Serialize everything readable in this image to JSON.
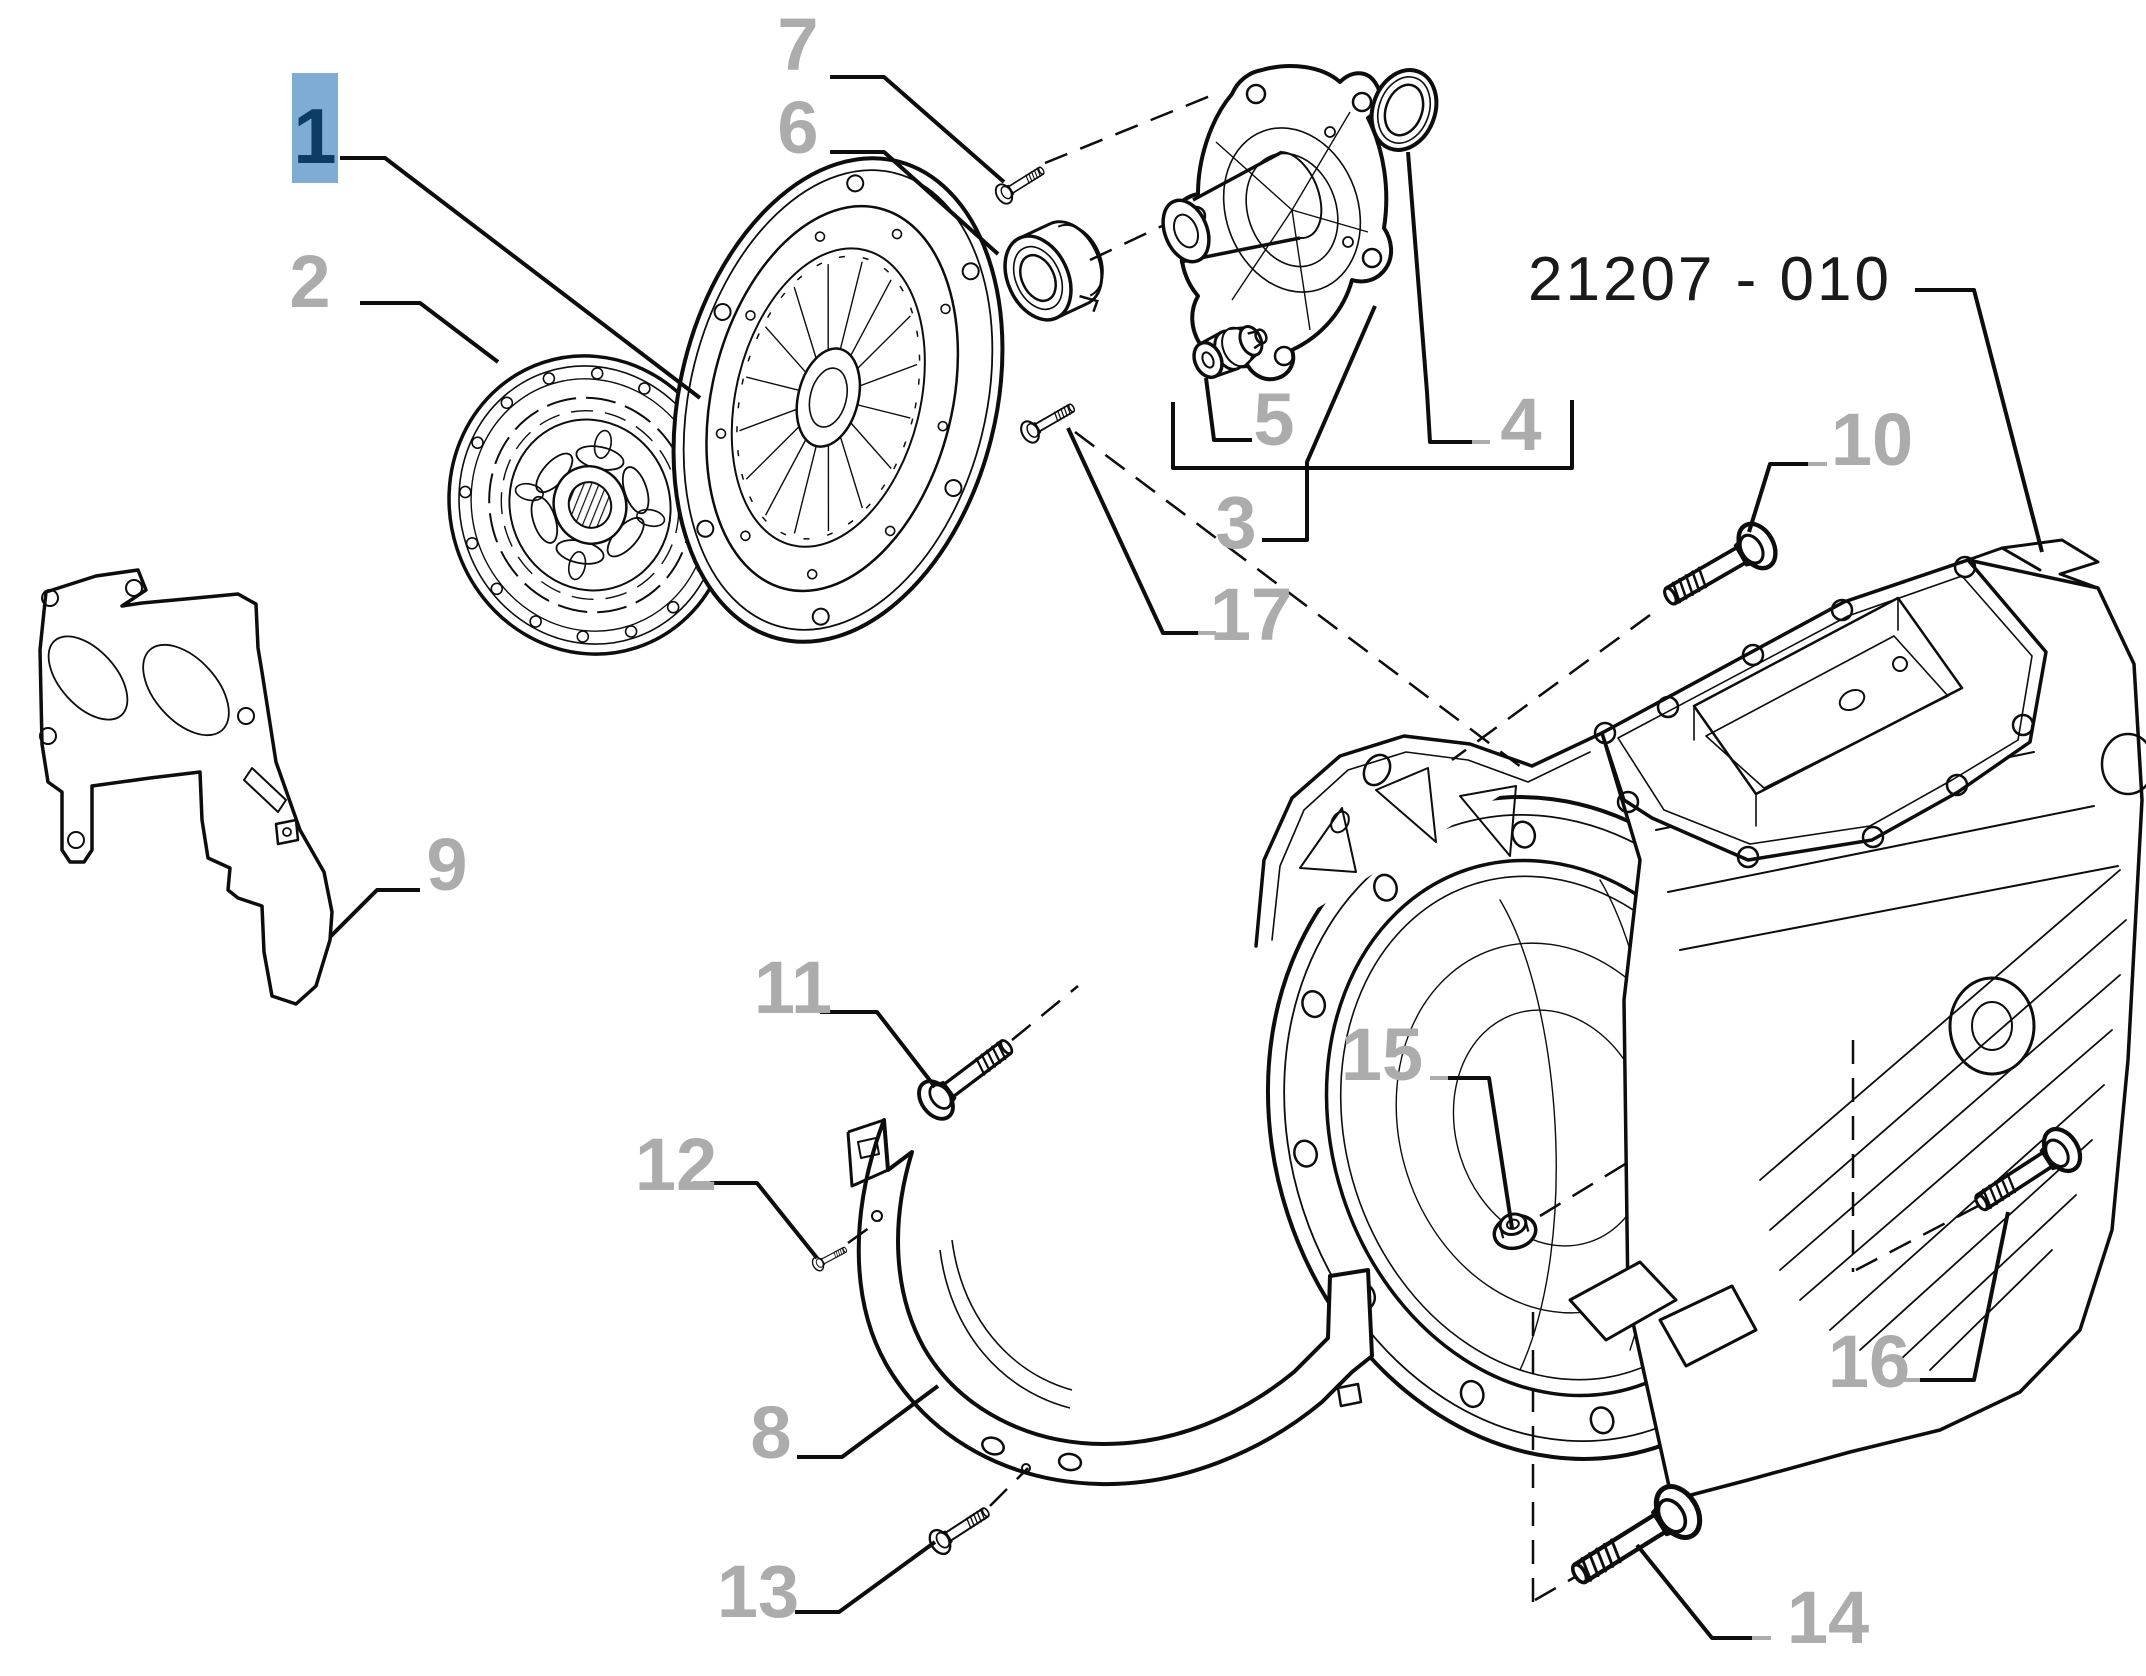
{
  "diagram": {
    "assembly_code": "21207 - 010",
    "colors": {
      "background": "#FFFFFF",
      "line": "#0D0D0D",
      "label": "#ACACAC",
      "code_text": "#1A1A1A",
      "highlight_fill": "#7FACD3",
      "highlight_text": "#0C3C64"
    },
    "callouts": [
      {
        "number": "1",
        "highlighted": true
      },
      {
        "number": "2",
        "highlighted": false
      },
      {
        "number": "3",
        "highlighted": false
      },
      {
        "number": "4",
        "highlighted": false
      },
      {
        "number": "5",
        "highlighted": false
      },
      {
        "number": "6",
        "highlighted": false
      },
      {
        "number": "7",
        "highlighted": false
      },
      {
        "number": "8",
        "highlighted": false
      },
      {
        "number": "9",
        "highlighted": false
      },
      {
        "number": "10",
        "highlighted": false
      },
      {
        "number": "11",
        "highlighted": false
      },
      {
        "number": "12",
        "highlighted": false
      },
      {
        "number": "13",
        "highlighted": false
      },
      {
        "number": "14",
        "highlighted": false
      },
      {
        "number": "15",
        "highlighted": false
      },
      {
        "number": "16",
        "highlighted": false
      },
      {
        "number": "17",
        "highlighted": false
      }
    ]
  }
}
